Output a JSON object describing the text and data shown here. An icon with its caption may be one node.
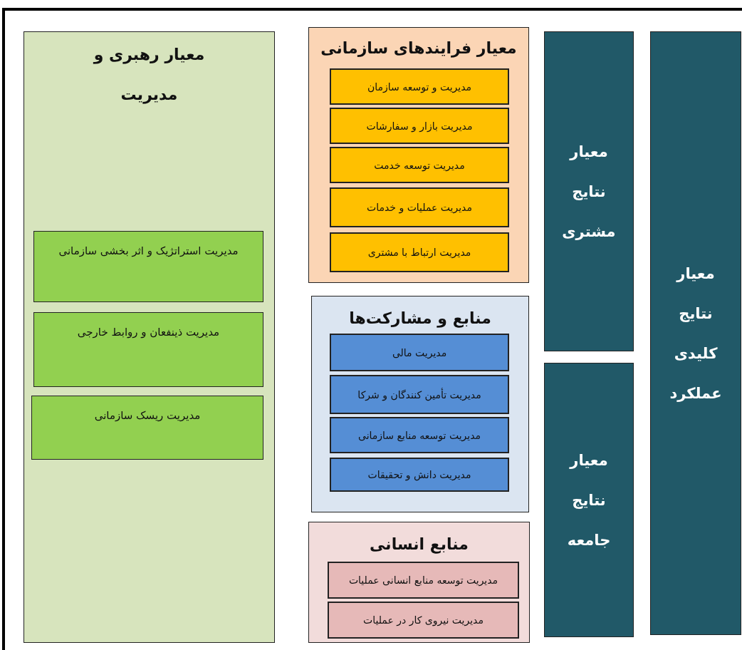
{
  "diagram": {
    "nodes": [
      {
        "text": [
          "معیار نتایج کلیدی عملکرد"
        ]
      },
      {
        "text": [
          "معیار نتایج مشتری"
        ]
      },
      {
        "text": [
          "معیار نتایج جامعه"
        ]
      },
      {
        "text": [
          "معیار فرایندهای سازمانی"
        ]
      },
      {
        "text": [
          "مدیریت و توسعه سازمان"
        ],
        "in": 3
      },
      {
        "text": [
          "مدیریت بازار و سفارشات"
        ],
        "in": 3
      },
      {
        "text": [
          "مدیریت توسعه خدمت"
        ],
        "in": 3
      },
      {
        "text": [
          "مدیریت عملیات و خدمات"
        ],
        "in": 3
      },
      {
        "text": [
          "مدیریت ارتباط با مشتری"
        ],
        "in": 3
      },
      {
        "text": [
          "منابع و مشارکت‌ها"
        ]
      },
      {
        "text": [
          "مدیریت مالی"
        ],
        "in": 9
      },
      {
        "text": [
          "مدیریت تأمین کنندگان و شرکا"
        ],
        "in": 9
      },
      {
        "text": [
          "مدیریت توسعه منابع سازمانی"
        ],
        "in": 9
      },
      {
        "text": [
          "مدیریت دانش و تحقیقات"
        ],
        "in": 9
      },
      {
        "text": [
          "منابع انسانی"
        ]
      },
      {
        "text": [
          "مدیریت توسعه منابع انسانی عملیات"
        ],
        "in": 14
      },
      {
        "text": [
          "مدیریت نیروی کار در عملیات"
        ],
        "in": 14
      },
      {
        "text": [
          "معیار رهبری و مدیریت"
        ]
      },
      {
        "text": [
          "مدیریت استراتژیک و اثر بخشی سازمانی"
        ],
        "in": 17
      },
      {
        "text": [
          "مدیریت ذینفعان و روابط خارجی"
        ],
        "in": 17
      },
      {
        "text": [
          "مدیریت ریسک سازمانی"
        ],
        "in": 17
      }
    ]
  }
}
